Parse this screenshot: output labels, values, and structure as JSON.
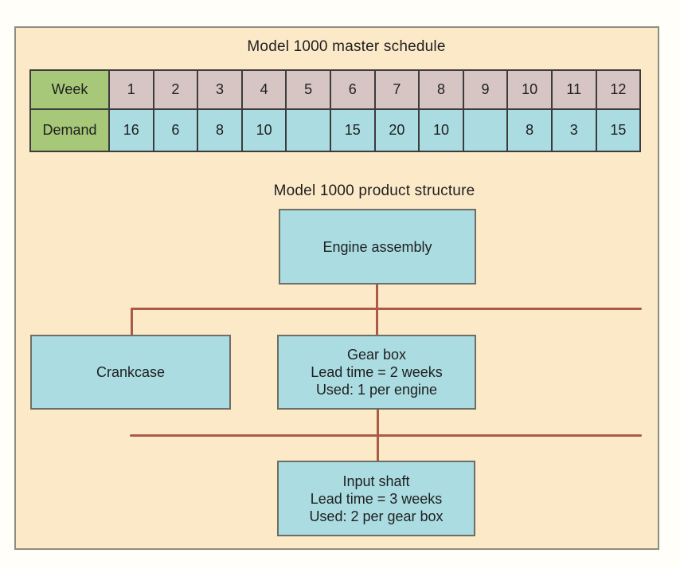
{
  "palette": {
    "page_bg": "#FFFEF8",
    "panel_bg": "#FCE9C8",
    "panel_border": "#8E8E80",
    "header_green": "#A6C878",
    "week_mauve": "#D6C5C3",
    "cell_blue": "#AADCE2",
    "grid_border": "#3C3C3C",
    "node_border": "#6E6E64",
    "connector": "#A95B46",
    "text": "#1F1F1F"
  },
  "master_schedule": {
    "title": "Model 1000 master schedule",
    "row_headers": [
      "Week",
      "Demand"
    ],
    "weeks": [
      "1",
      "2",
      "3",
      "4",
      "5",
      "6",
      "7",
      "8",
      "9",
      "10",
      "11",
      "12"
    ],
    "demand": [
      "16",
      "6",
      "8",
      "10",
      "",
      "15",
      "20",
      "10",
      "",
      "8",
      "3",
      "15"
    ]
  },
  "product_structure": {
    "title": "Model 1000 product structure",
    "nodes": {
      "engine": {
        "lines": [
          "Engine assembly"
        ]
      },
      "crankcase": {
        "lines": [
          "Crankcase"
        ]
      },
      "gearbox": {
        "lines": [
          "Gear box",
          "Lead time = 2 weeks",
          "Used: 1 per engine"
        ]
      },
      "inputshaft": {
        "lines": [
          "Input shaft",
          "Lead time = 3 weeks",
          "Used: 2 per gear box"
        ]
      }
    }
  }
}
